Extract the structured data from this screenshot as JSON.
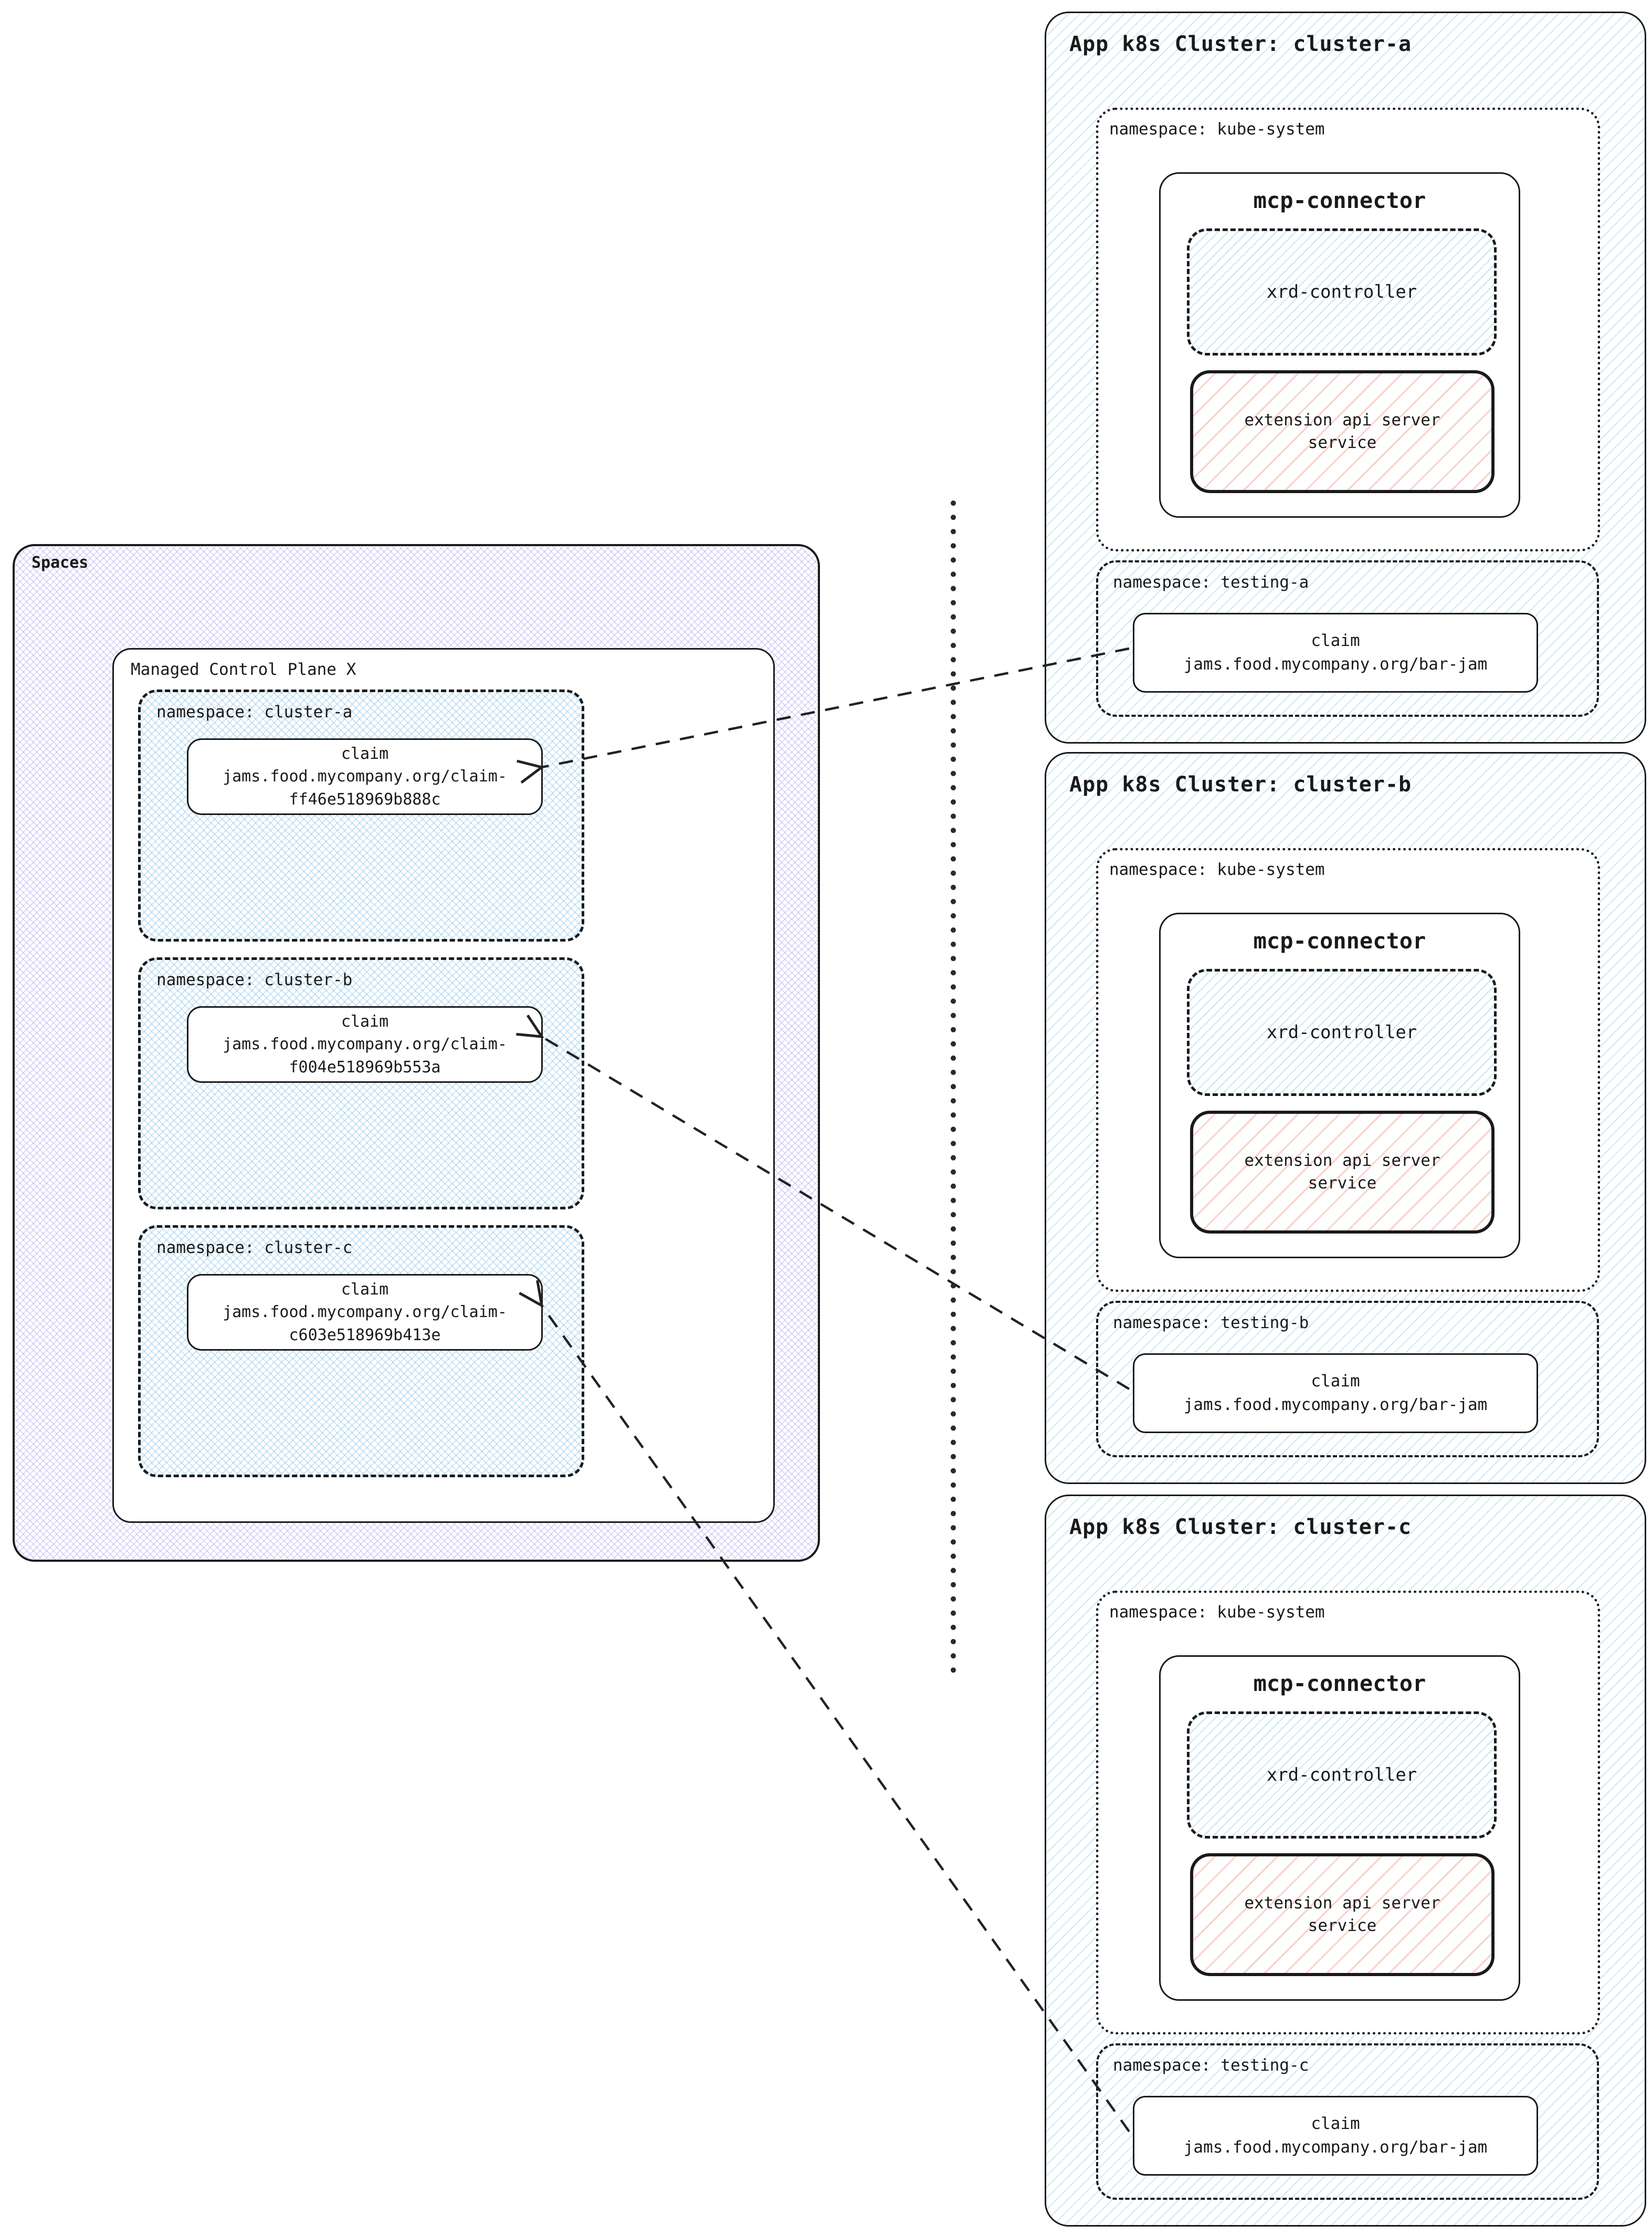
{
  "spaces": {
    "label": "Spaces",
    "mcp": {
      "label": "Managed Control Plane X",
      "namespaces": [
        {
          "label": "namespace: cluster-a",
          "claim": {
            "title": "claim",
            "line1": "jams.food.mycompany.org/claim-",
            "line2": "ff46e518969b888c"
          }
        },
        {
          "label": "namespace: cluster-b",
          "claim": {
            "title": "claim",
            "line1": "jams.food.mycompany.org/claim-",
            "line2": "f004e518969b553a"
          }
        },
        {
          "label": "namespace: cluster-c",
          "claim": {
            "title": "claim",
            "line1": "jams.food.mycompany.org/claim-",
            "line2": "c603e518969b413e"
          }
        }
      ]
    }
  },
  "clusters": [
    {
      "title": "App k8s Cluster: cluster-a",
      "kube": {
        "label": "namespace: kube-system",
        "connector": {
          "label": "mcp-connector",
          "xrd_label": "xrd-controller",
          "ext_line1": "extension api server",
          "ext_line2": "service"
        }
      },
      "testing": {
        "label": "namespace: testing-a",
        "claim": {
          "title": "claim",
          "line": "jams.food.mycompany.org/bar-jam"
        }
      }
    },
    {
      "title": "App k8s Cluster: cluster-b",
      "kube": {
        "label": "namespace: kube-system",
        "connector": {
          "label": "mcp-connector",
          "xrd_label": "xrd-controller",
          "ext_line1": "extension api server",
          "ext_line2": "service"
        }
      },
      "testing": {
        "label": "namespace: testing-b",
        "claim": {
          "title": "claim",
          "line": "jams.food.mycompany.org/bar-jam"
        }
      }
    },
    {
      "title": "App k8s Cluster: cluster-c",
      "kube": {
        "label": "namespace: kube-system",
        "connector": {
          "label": "mcp-connector",
          "xrd_label": "xrd-controller",
          "ext_line1": "extension api server",
          "ext_line2": "service"
        }
      },
      "testing": {
        "label": "namespace: testing-c",
        "claim": {
          "title": "claim",
          "line": "jams.food.mycompany.org/bar-jam"
        }
      }
    }
  ],
  "colors": {
    "ink": "#1a1a1a",
    "blue_hatch": "#82c6e6",
    "purple_hatch": "#9886ec",
    "red_hatch": "#f2968c",
    "white": "#ffffff"
  }
}
